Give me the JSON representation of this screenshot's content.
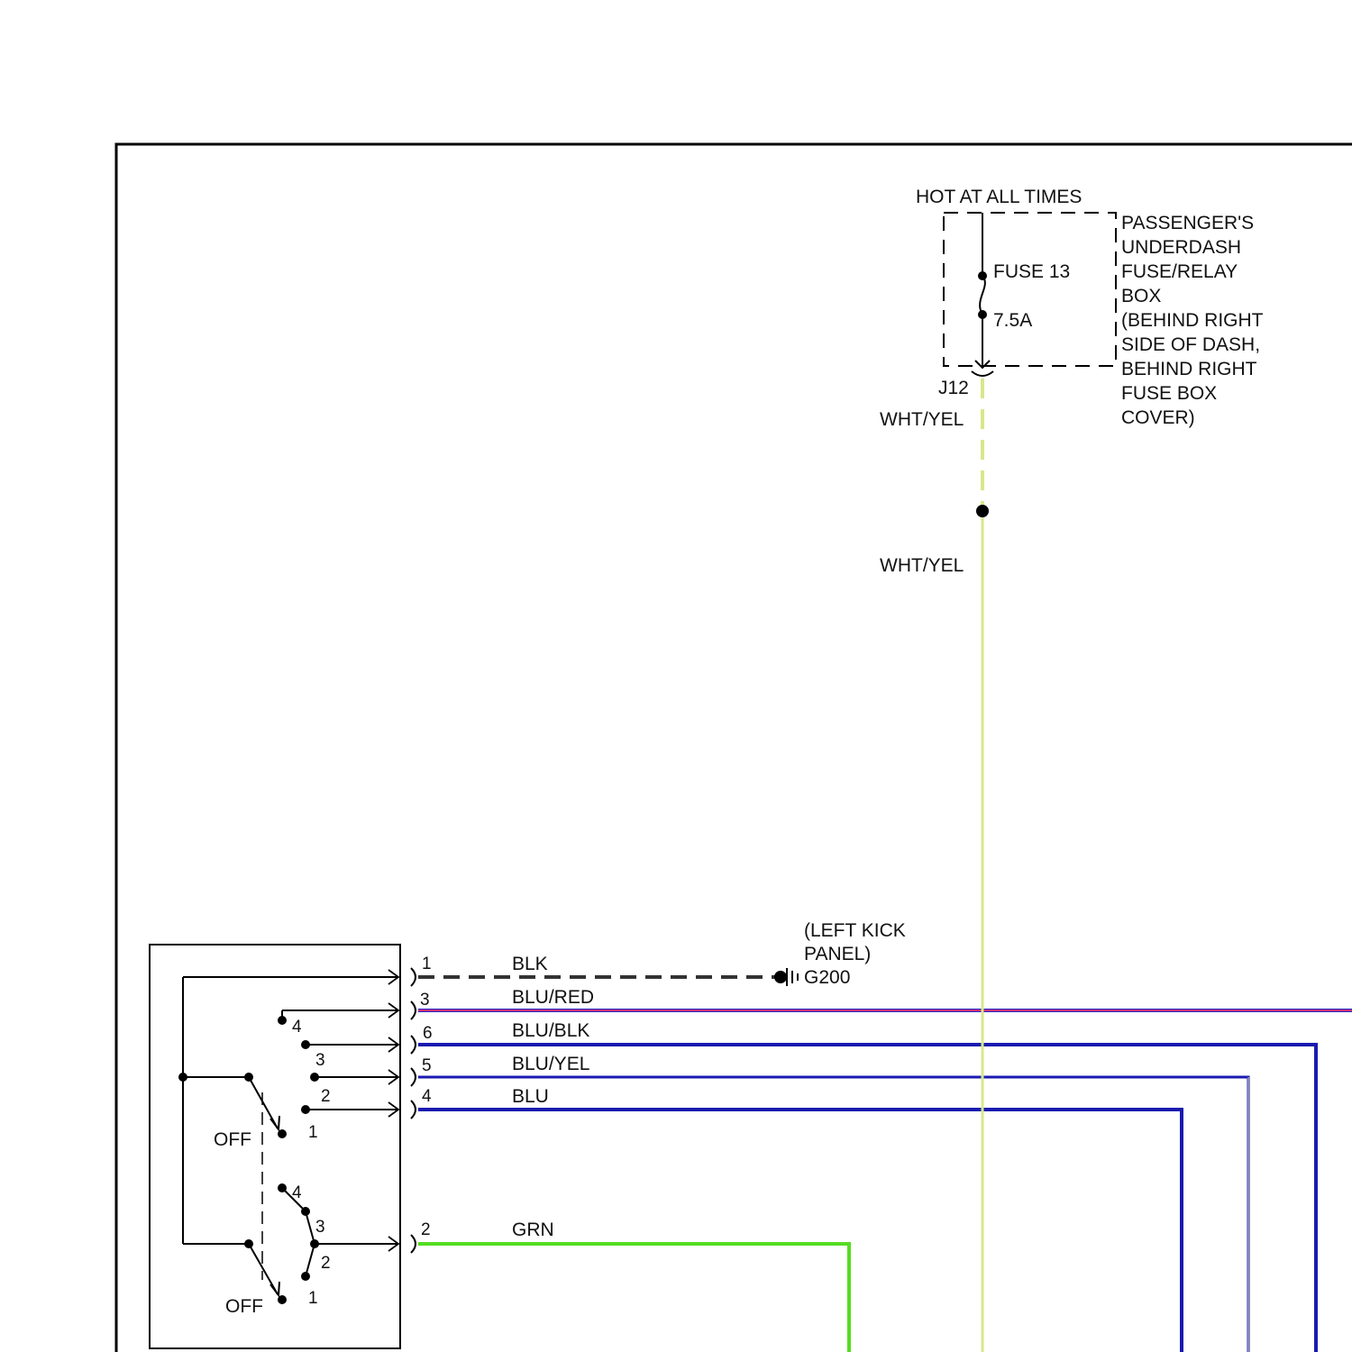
{
  "power_source": {
    "title": "HOT AT ALL TIMES",
    "fuse_name": "FUSE 13",
    "fuse_rating": "7.5A",
    "connector": "J12",
    "box_label_lines": [
      "PASSENGER'S",
      "UNDERDASH",
      "FUSE/RELAY",
      "BOX",
      "(BEHIND RIGHT",
      "SIDE OF DASH,",
      "BEHIND RIGHT",
      "FUSE BOX",
      "COVER)"
    ]
  },
  "feed_wire": {
    "upper_label": "WHT/YEL",
    "lower_label": "WHT/YEL",
    "color": "#d6e88a"
  },
  "ground": {
    "location_lines": [
      "(LEFT KICK",
      "PANEL)"
    ],
    "name": "G200"
  },
  "switch_connector_wires": [
    {
      "pin": "1",
      "label": "BLK",
      "color": "#333333"
    },
    {
      "pin": "3",
      "label": "BLU/RED",
      "color": "#2a2acb"
    },
    {
      "pin": "6",
      "label": "BLU/BLK",
      "color": "#1a1ab0"
    },
    {
      "pin": "5",
      "label": "BLU/YEL",
      "color": "#1a1ab0"
    },
    {
      "pin": "4",
      "label": "BLU",
      "color": "#1a1ab0"
    },
    {
      "pin": "2",
      "label": "GRN",
      "color": "#55dd22"
    }
  ],
  "switch_upper": {
    "positions": [
      "4",
      "3",
      "2",
      "1"
    ],
    "off_label": "OFF"
  },
  "switch_lower": {
    "positions": [
      "4",
      "3",
      "2",
      "1"
    ],
    "off_label": "OFF"
  },
  "accent_colors": {
    "blu_red_stripe": "#ff3355"
  }
}
